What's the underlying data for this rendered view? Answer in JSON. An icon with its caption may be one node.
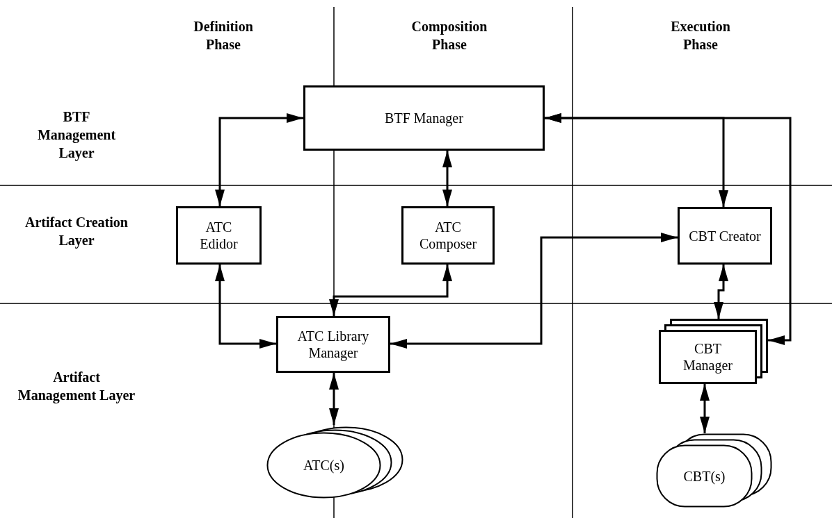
{
  "diagram": {
    "nodes": [
      {
        "text": [
          "BTF Manager"
        ]
      },
      {
        "text": [
          "ATC Edidor"
        ]
      },
      {
        "text": [
          "ATC Composer"
        ]
      },
      {
        "text": [
          "CBT Creator"
        ]
      },
      {
        "text": [
          "ATC Library Manager"
        ]
      },
      {
        "text": [
          "CBT Manager"
        ]
      },
      {
        "text": [
          "ATC(s)"
        ]
      },
      {
        "text": [
          "CBT(s)"
        ]
      }
    ],
    "edges": [
      {
        "from": 0,
        "to": 1,
        "arrow": "both"
      },
      {
        "from": 0,
        "to": 2,
        "arrow": "both"
      },
      {
        "from": 2,
        "to": 4,
        "arrow": "both"
      },
      {
        "from": 1,
        "to": 4,
        "arrow": "both"
      },
      {
        "from": 4,
        "to": 3,
        "arrow": "both"
      },
      {
        "from": 0,
        "to": 5,
        "arrow": "both"
      },
      {
        "from": 0,
        "to": 3,
        "arrow": "both"
      },
      {
        "from": 3,
        "to": 5,
        "arrow": "both"
      },
      {
        "from": 4,
        "to": 6,
        "arrow": "both"
      },
      {
        "from": 5,
        "to": 7,
        "arrow": "both"
      }
    ],
    "labels": [
      "Definition Phase",
      "Composition Phase",
      "Execution Phase",
      "BTF Management Layer",
      "Artifact Creation Layer",
      "Artifact Management Layer"
    ]
  }
}
